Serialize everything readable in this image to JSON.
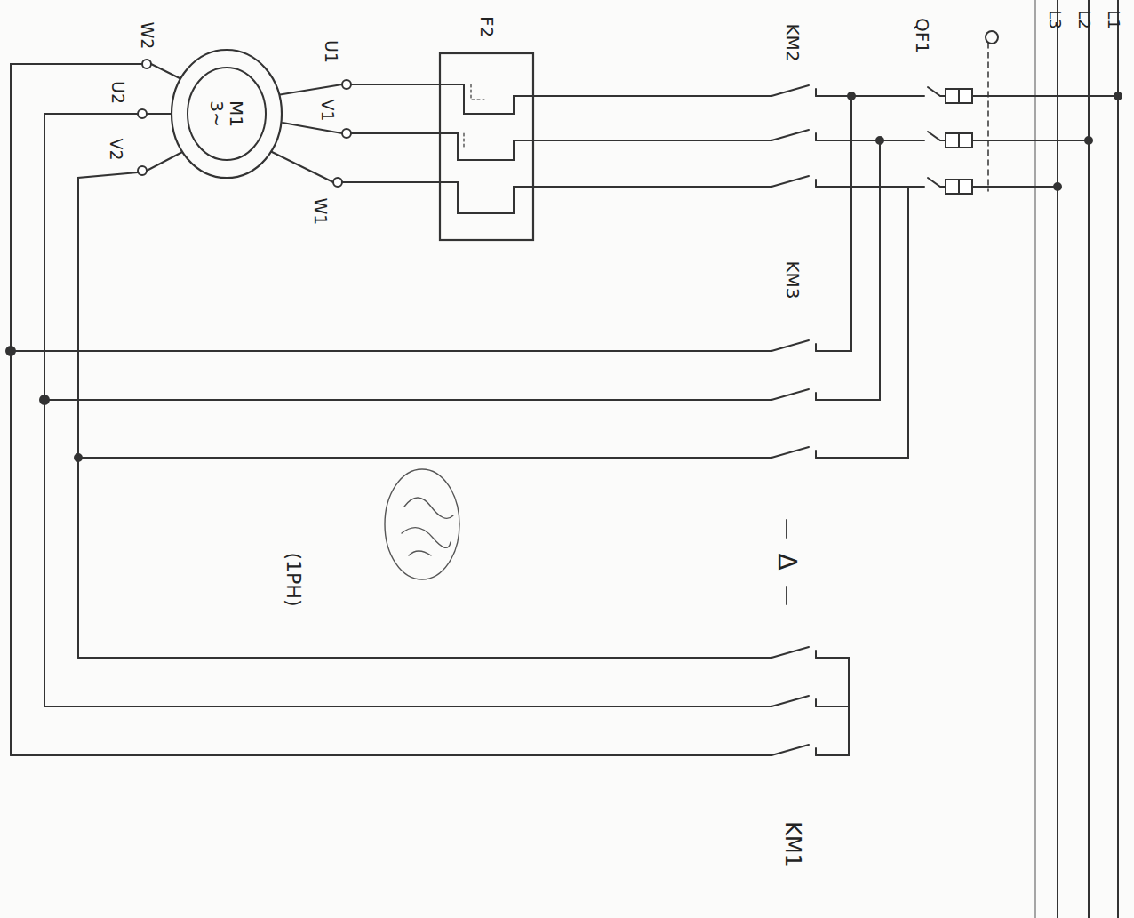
{
  "diagram": {
    "nodes": [
      {
        "text": [
          "M1 3~"
        ]
      }
    ],
    "labels": [
      "L1",
      "L2",
      "L3",
      "QF1",
      "KM2",
      "F2",
      "U1",
      "V1",
      "W1",
      "W2",
      "U2",
      "V2",
      "KM3",
      "Δ",
      "KM1",
      "(1PH)"
    ]
  }
}
